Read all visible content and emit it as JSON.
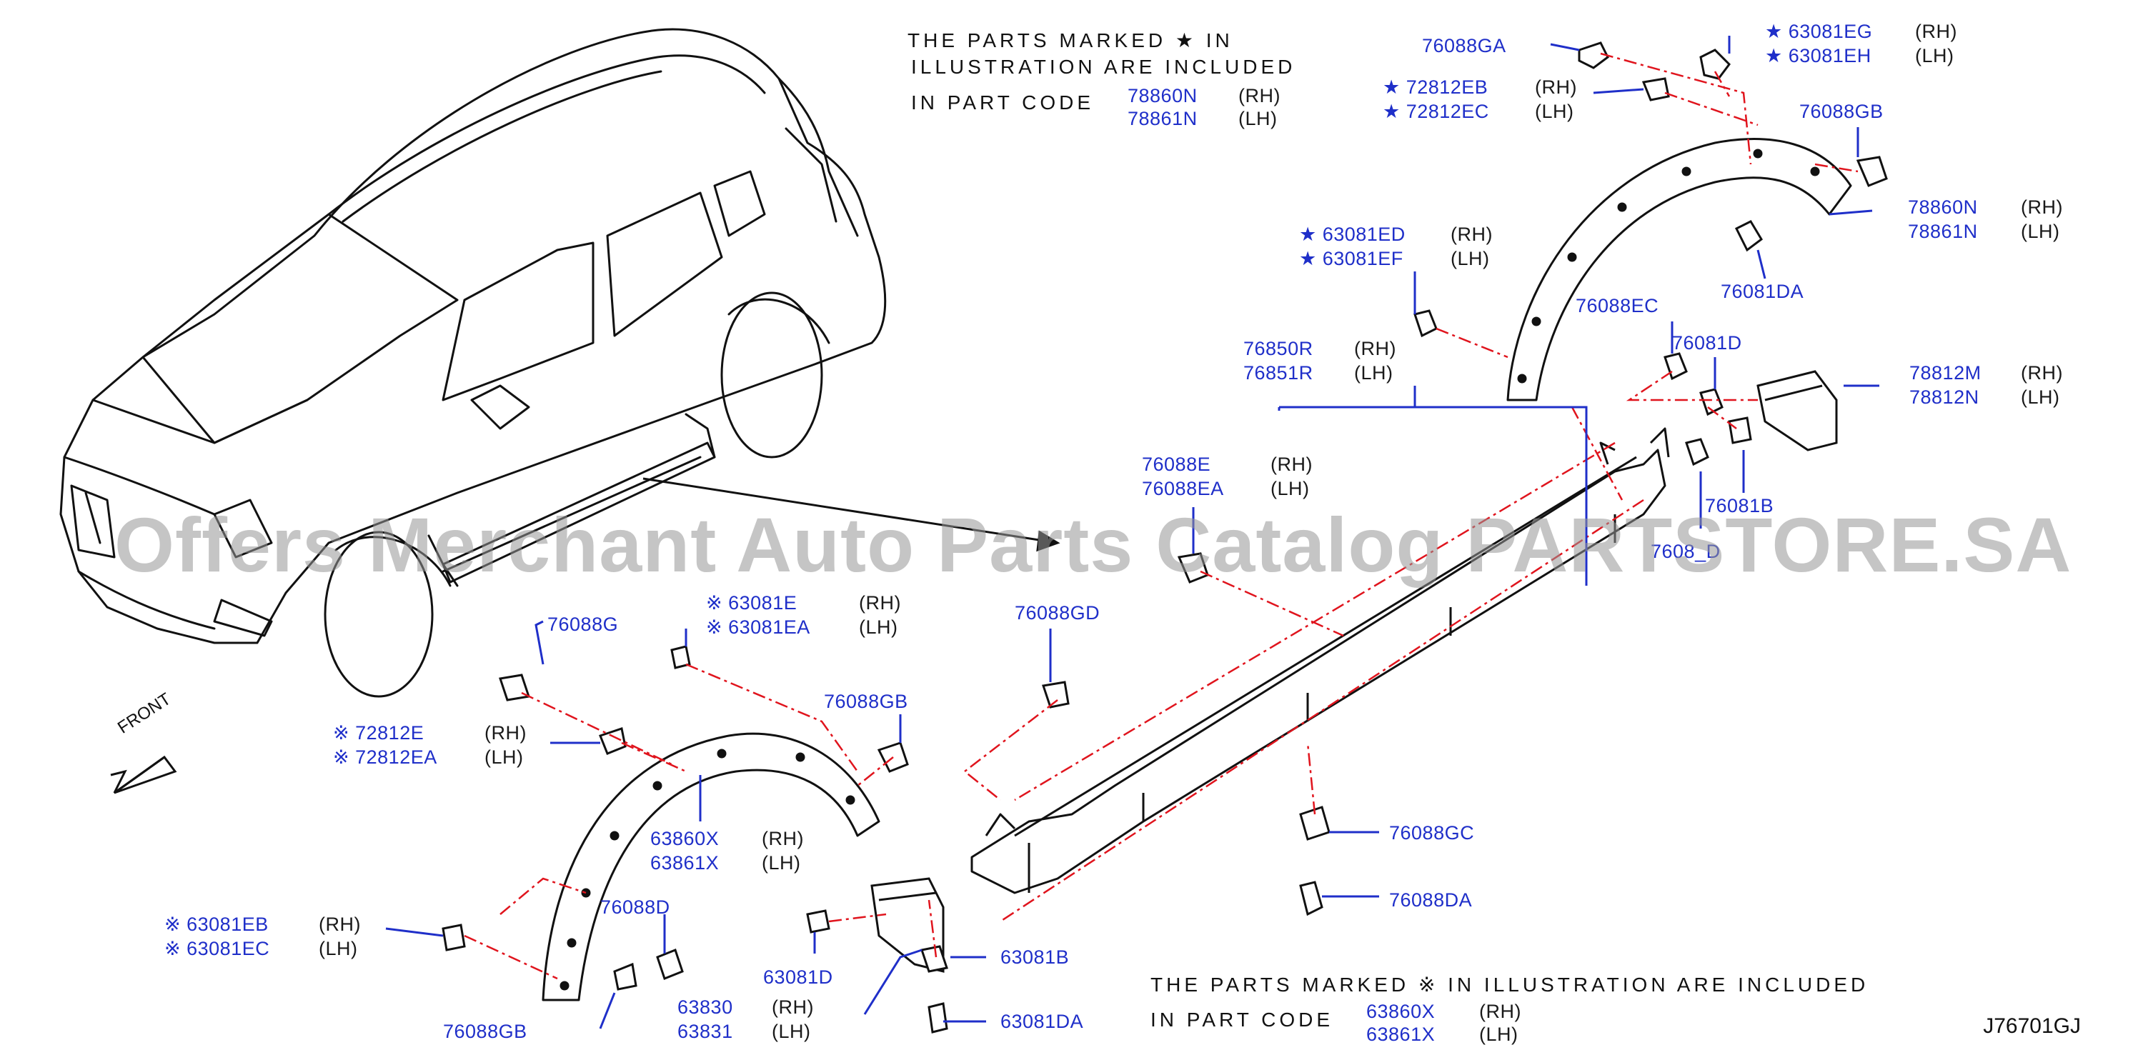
{
  "note_top": {
    "line1": "THE PARTS MARKED ★ IN",
    "line2": "ILLUSTRATION ARE INCLUDED",
    "line3": "IN PART CODE",
    "codes": [
      "78860N",
      "78861N"
    ],
    "sides": [
      "(RH)",
      "(LH)"
    ]
  },
  "note_bottom": {
    "line1": "THE PARTS MARKED ※ IN ILLUSTRATION ARE INCLUDED",
    "line2": "IN PART CODE",
    "codes": [
      "63860X",
      "63861X"
    ],
    "sides": [
      "(RH)",
      "(LH)"
    ]
  },
  "watermark": "Offers Merchant Auto Parts Catalog PARTSTORE.SA",
  "diagram_code": "J76701GJ",
  "front_label": "FRONT",
  "labels": {
    "p76088GA": "76088GA",
    "p63081EG": "★ 63081EG",
    "p63081EH": "★ 63081EH",
    "p72812EB": "★ 72812EB",
    "p72812EC": "★ 72812EC",
    "p76088GB_top": "76088GB",
    "p78860N": "78860N",
    "p78861N": "78861N",
    "p63081ED": "★ 63081ED",
    "p63081EF": "★ 63081EF",
    "p76081DA_top": "76081DA",
    "p76088EC": "76088EC",
    "p76081D_top": "76081D",
    "p78812M": "78812M",
    "p78812N": "78812N",
    "p76850R": "76850R",
    "p76851R": "76851R",
    "p76088E": "76088E",
    "p76088EA": "76088EA",
    "p76081B": "76081B",
    "p7608_D": "7608_D",
    "p76088G": "76088G",
    "p63081E": "※ 63081E",
    "p63081EA": "※ 63081EA",
    "p76088GD": "76088GD",
    "p76088GB_mid": "76088GB",
    "p72812E": "※ 72812E",
    "p72812EA": "※ 72812EA",
    "p63860X": "63860X",
    "p63861X": "63861X",
    "p76088GC": "76088GC",
    "p76088DA": "76088DA",
    "p63081EB": "※ 63081EB",
    "p63081EC": "※ 63081EC",
    "p76088D": "76088D",
    "p63830": "63830",
    "p63831": "63831",
    "p63081D": "63081D",
    "p63081B": "63081B",
    "p63081DA": "63081DA",
    "p76088GB_bot": "76088GB"
  },
  "sides": {
    "rh": "(RH)",
    "lh": "(LH)"
  },
  "colors": {
    "part_number": "#1f2fc9",
    "callout_dash": "#e0141d",
    "line": "#111111"
  }
}
